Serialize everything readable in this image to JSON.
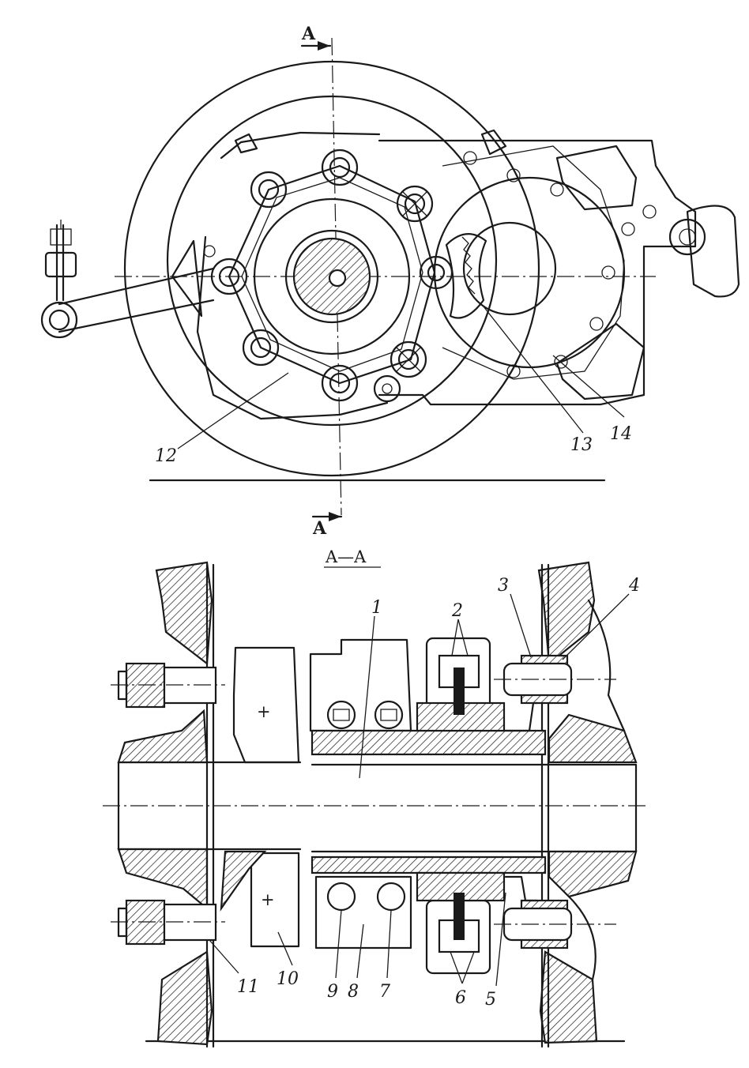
{
  "section_markers": {
    "top": "A",
    "bottom": "A"
  },
  "section_title": "A—A",
  "callouts_top_view": [
    "12",
    "13",
    "14"
  ],
  "callouts_section_view": [
    "1",
    "2",
    "3",
    "4",
    "5",
    "6",
    "7",
    "8",
    "9",
    "10",
    "11"
  ]
}
